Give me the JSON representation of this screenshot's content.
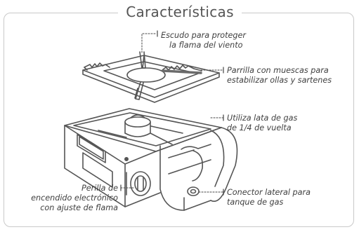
{
  "title": "Características",
  "callouts": {
    "shield": [
      "Escudo para proteger",
      "la flama del viento"
    ],
    "grill": [
      "Parrilla con muescas para",
      "estabilizar ollas y sartenes"
    ],
    "can": [
      "Utiliza lata de gas",
      "de 1/4 de vuelta"
    ],
    "knob": [
      "Perilla de",
      "encendido electrónico",
      "con ajuste de flama"
    ],
    "connector": [
      "Conector lateral para",
      "tanque de gas"
    ]
  },
  "colors": {
    "line": "#555555",
    "frame": "#c9c9c9",
    "text": "#3f3f3f"
  }
}
